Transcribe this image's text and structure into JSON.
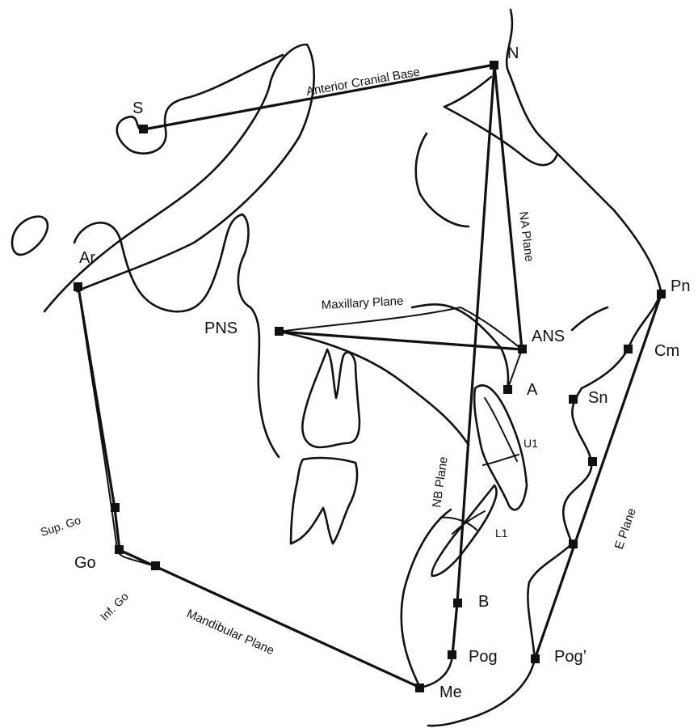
{
  "colors": {
    "ink": "#111111",
    "background": "#ffffff"
  },
  "landmarks": {
    "S": "S",
    "N": "N",
    "Ar": "Ar",
    "PNS": "PNS",
    "ANS": "ANS",
    "A": "A",
    "Pn": "Pn",
    "Cm": "Cm",
    "Sn": "Sn",
    "U1": "U1",
    "L1": "L1",
    "SupGo": "Sup. Go",
    "Go": "Go",
    "InfGo": "Inf. Go",
    "B": "B",
    "Pog": "Pog",
    "PogSoft": "Pog’",
    "Me": "Me"
  },
  "planes": {
    "anterior_cranial_base": "Anterior Cranial Base",
    "na": "NA Plane",
    "nb": "NB Plane",
    "maxillary": "Maxillary Plane",
    "mandibular": "Mandibular Plane",
    "e": "E Plane"
  }
}
